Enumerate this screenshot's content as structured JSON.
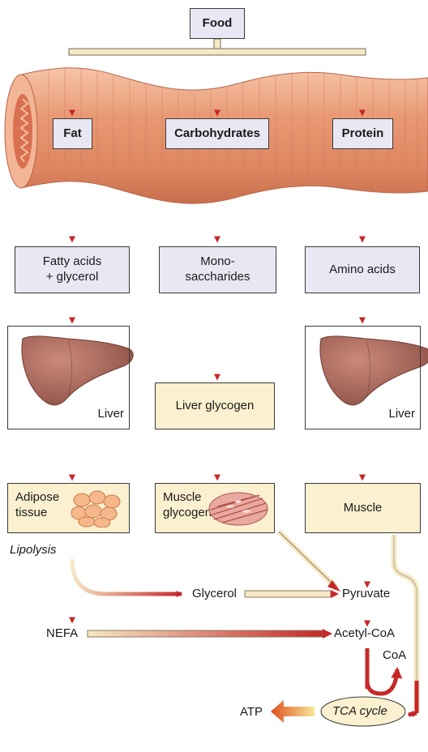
{
  "nodes": {
    "food": "Food",
    "fat": "Fat",
    "carbohydrates": "Carbohydrates",
    "protein": "Protein",
    "fatty_acids_line1": "Fatty acids",
    "fatty_acids_line2": "+ glycerol",
    "mono_line1": "Mono-",
    "mono_line2": "saccharides",
    "amino_acids": "Amino acids",
    "liver_left": "Liver",
    "liver_glycogen": "Liver glycogen",
    "liver_right": "Liver",
    "adipose_line1": "Adipose",
    "adipose_line2": "tissue",
    "muscle_glycogen_line1": "Muscle",
    "muscle_glycogen_line2": "glycogen",
    "muscle": "Muscle"
  },
  "labels": {
    "lipolysis": "Lipolysis",
    "glycerol": "Glycerol",
    "pyruvate": "Pyruvate",
    "nefa": "NEFA",
    "acetyl_coa": "Acetyl-CoA",
    "coa": "CoA",
    "tca_cycle": "TCA cycle",
    "atp": "ATP"
  },
  "colors": {
    "arrow_red": "#c62828",
    "arrow_cream": "#f5e8c4",
    "gut_orange": "#e8926a",
    "liver_brown": "#9b5a4e",
    "box_lavender": "#e8e8f4",
    "box_cream": "#fbf0cf"
  }
}
